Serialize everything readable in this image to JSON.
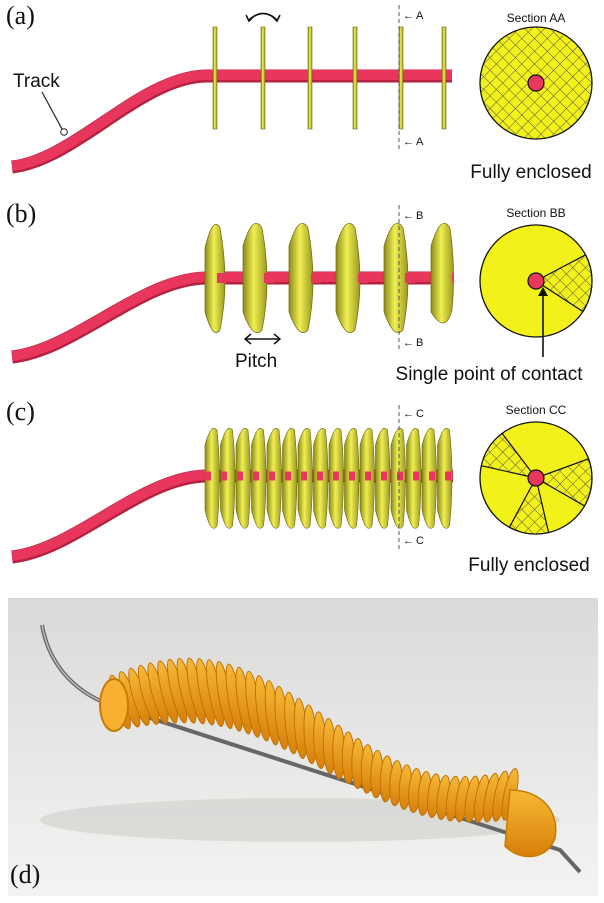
{
  "panels": [
    {
      "id": "a",
      "label": "(a)",
      "track_label": "Track",
      "cut_letter": "A",
      "section_title": "Section AA",
      "caption": "Fully enclosed"
    },
    {
      "id": "b",
      "label": "(b)",
      "cut_letter": "B",
      "pitch_label": "Pitch",
      "section_title": "Section BB",
      "caption": "Single point of contact"
    },
    {
      "id": "c",
      "label": "(c)",
      "cut_letter": "C",
      "section_title": "Section CC",
      "caption": "Fully enclosed"
    },
    {
      "id": "d",
      "label": "(d)"
    }
  ],
  "colors": {
    "track": "#e8365c",
    "track_dark": "#b5213f",
    "disc": "#e3e338",
    "disc_edge": "#6b6a12",
    "section_fill": "#f2f21a",
    "photo_orange": "#f3a21c",
    "photo_bg": "#e6e6e4"
  }
}
